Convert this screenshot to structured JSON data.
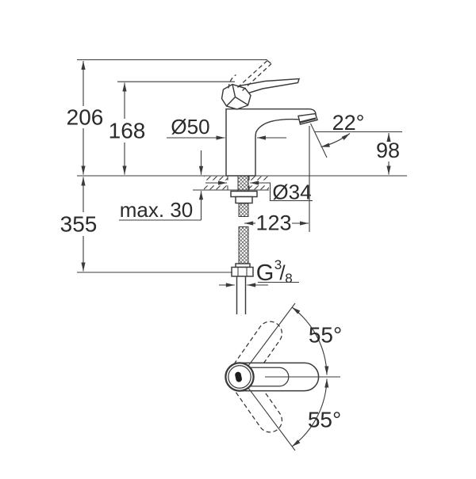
{
  "colors": {
    "line": "#3a3a3a",
    "text": "#2b2b2b",
    "background": "#ffffff"
  },
  "dims": {
    "total_height": "206",
    "lever_height": "168",
    "body_diameter": "Ø50",
    "stream_angle": "22°",
    "outlet_height": "98",
    "supply_length": "355",
    "max_deck_thickness": "max. 30",
    "hole_diameter": "Ø34",
    "outlet_projection": "123",
    "swivel_angle_up": "55°",
    "swivel_angle_down": "55°",
    "thread_prefix": "G",
    "thread_numerator": "3",
    "thread_slash": "/",
    "thread_denominator": "8"
  }
}
